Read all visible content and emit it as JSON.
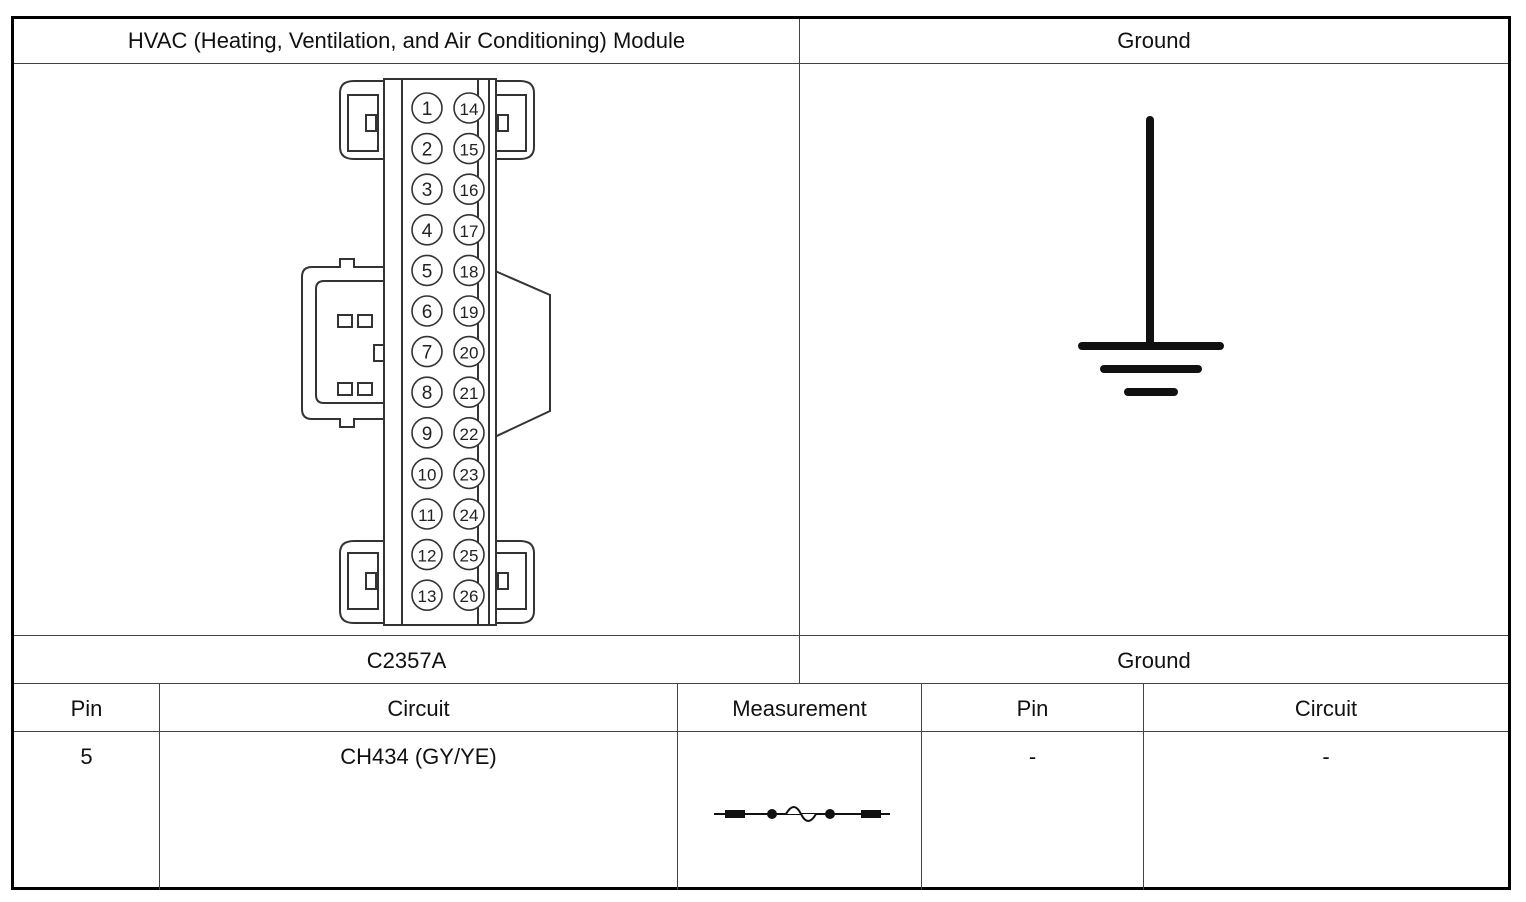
{
  "header": {
    "module_title": "HVAC (Heating, Ventilation, and Air Conditioning) Module",
    "ground_title": "Ground"
  },
  "connector": {
    "pins_left": [
      "1",
      "2",
      "3",
      "4",
      "5",
      "6",
      "7",
      "8",
      "9",
      "10",
      "11",
      "12",
      "13"
    ],
    "pins_right": [
      "14",
      "15",
      "16",
      "17",
      "18",
      "19",
      "20",
      "21",
      "22",
      "23",
      "24",
      "25",
      "26"
    ]
  },
  "footer": {
    "connector_id": "C2357A",
    "ground_label": "Ground"
  },
  "table": {
    "headers": {
      "pin": "Pin",
      "circuit": "Circuit",
      "measurement": "Measurement",
      "pin2": "Pin",
      "circuit2": "Circuit"
    },
    "row": {
      "pin": "5",
      "circuit": "CH434 (GY/YE)",
      "pin2": "-",
      "circuit2": "-",
      "measurement_icon": "fuse-symbol-icon"
    }
  }
}
